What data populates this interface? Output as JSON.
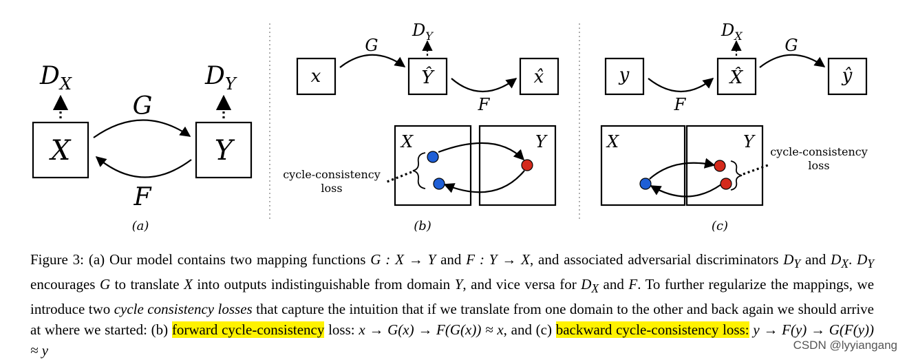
{
  "panel_a": {
    "node_x": "X",
    "node_y": "Y",
    "disc_x": "D",
    "disc_x_sub": "X",
    "disc_y": "D",
    "disc_y_sub": "Y",
    "map_g": "G",
    "map_f": "F",
    "label": "(a)"
  },
  "panel_b": {
    "node_x": "x",
    "node_yhat": "Ŷ",
    "node_xhat": "x̂",
    "disc_y": "D",
    "disc_y_sub": "Y",
    "map_g": "G",
    "map_f": "F",
    "domain_x": "X",
    "domain_y": "Y",
    "loss_line1": "cycle-consistency",
    "loss_line2": "loss",
    "label": "(b)"
  },
  "panel_c": {
    "node_y": "y",
    "node_xhat": "X̂",
    "node_yhat": "ŷ",
    "disc_x": "D",
    "disc_x_sub": "X",
    "map_g": "G",
    "map_f": "F",
    "domain_x": "X",
    "domain_y": "Y",
    "loss_line1": "cycle-consistency",
    "loss_line2": "loss",
    "label": "(c)"
  },
  "colors": {
    "domain_x_point": "#1f5fd6",
    "domain_y_point": "#d42a1c",
    "highlight": "#fff200"
  },
  "caption": {
    "s01": "Figure 3: (a) Our model contains two mapping functions ",
    "m01": "G : X → Y",
    "s02": " and ",
    "m02": "F : Y → X",
    "s03": ", and associated adversarial discriminators ",
    "m03": "D",
    "m03s": "Y",
    "s04": " and ",
    "m04": "D",
    "m04s": "X",
    "s05": ". ",
    "m05": "D",
    "m05s": "Y",
    "s06": " encourages ",
    "m06": "G",
    "s07": " to translate ",
    "m07": "X",
    "s08": " into outputs indistinguishable from domain ",
    "m08": "Y",
    "s09": ", and vice versa for ",
    "m09": "D",
    "m09s": "X",
    "s10": " and ",
    "m10": "F",
    "s11": ". To further regularize the mappings, we introduce two ",
    "s12": "cycle consistency losses",
    "s13": " that capture the intuition that if we translate from one domain to the other and back again we should arrive at where we started: (b) ",
    "s14": "forward cycle-consistency",
    "s15": " loss: ",
    "m11": "x → G(x) → F(G(x)) ≈ x",
    "s16": ", and (c) ",
    "s17": "backward cycle-consistency loss:",
    "s18": " ",
    "m12": "y → F(y) → G(F(y)) ≈ y"
  },
  "watermark": "CSDN @lyyiangang"
}
